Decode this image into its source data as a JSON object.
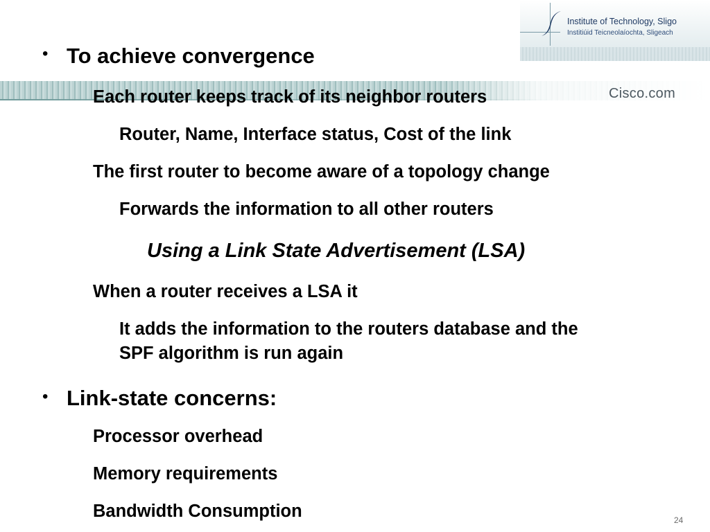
{
  "header": {
    "institute_name": "Institute of Technology, Sligo",
    "institute_name_irish": "Institiúid Teicneolaíochta, Sligeach",
    "cisco": "Cisco.com"
  },
  "content": {
    "bullet_char": "•",
    "lines": [
      "To achieve convergence",
      "Each router keeps track of its neighbor routers",
      "Router, Name, Interface status, Cost of the link",
      "The first router to become aware of a topology change",
      "Forwards the information to all other routers",
      "Using a Link State Advertisement (LSA)",
      "When a router receives a LSA it",
      "It adds the information to the routers database and the",
      "SPF algorithm is run again",
      "Link-state concerns:",
      "Processor overhead",
      "Memory requirements",
      "Bandwidth Consumption"
    ]
  },
  "footer": {
    "page_number": "24"
  }
}
